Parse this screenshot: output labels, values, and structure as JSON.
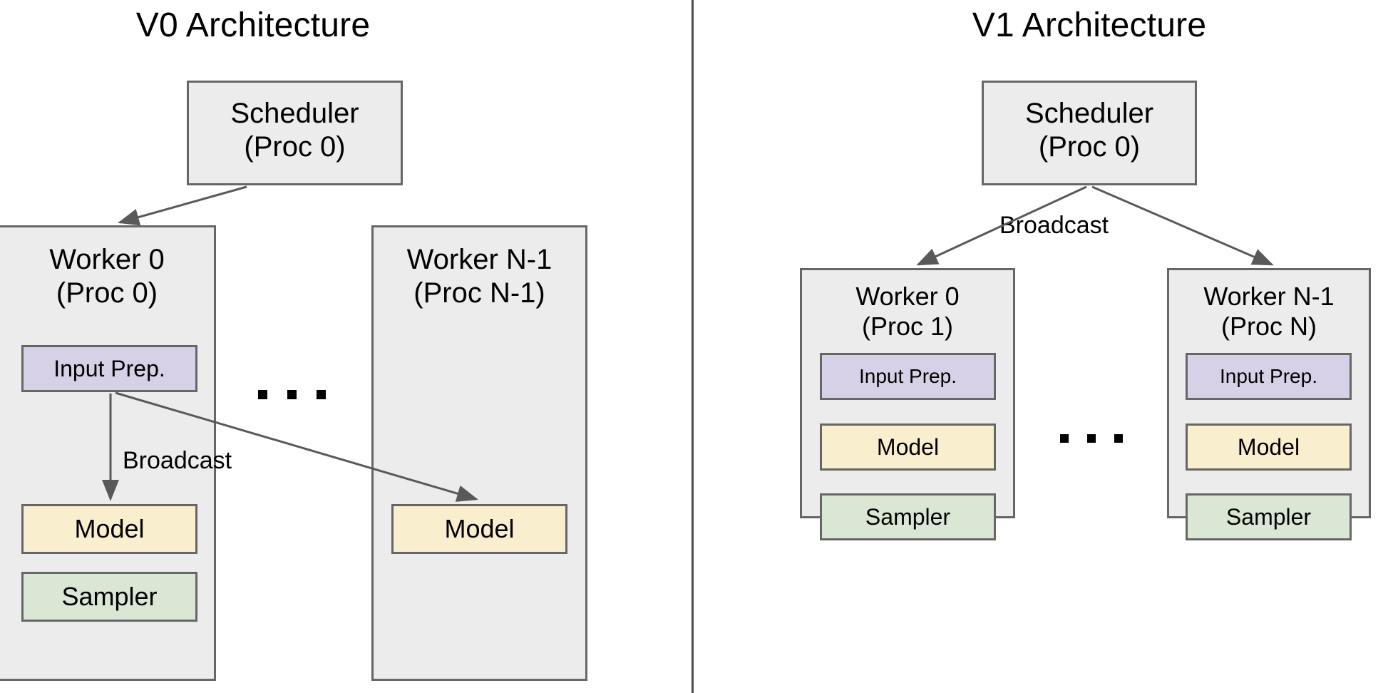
{
  "panels": {
    "v0": {
      "title": "V0 Architecture",
      "scheduler": {
        "line1": "Scheduler",
        "line2": "(Proc 0)"
      },
      "worker0": {
        "line1": "Worker 0",
        "line2": "(Proc 0)",
        "input_prep": "Input Prep.",
        "model": "Model",
        "sampler": "Sampler"
      },
      "worker_n": {
        "line1": "Worker N-1",
        "line2": "(Proc N-1)",
        "model": "Model"
      },
      "broadcast_label": "Broadcast",
      "ellipsis": "..."
    },
    "v1": {
      "title": "V1 Architecture",
      "scheduler": {
        "line1": "Scheduler",
        "line2": "(Proc 0)"
      },
      "broadcast_label": "Broadcast",
      "worker0": {
        "line1": "Worker 0",
        "line2": "(Proc 1)",
        "input_prep": "Input Prep.",
        "model": "Model",
        "sampler": "Sampler"
      },
      "worker_n": {
        "line1": "Worker N-1",
        "line2": "(Proc N)",
        "input_prep": "Input Prep.",
        "model": "Model",
        "sampler": "Sampler"
      },
      "ellipsis": "..."
    }
  },
  "colors": {
    "group_fill": "#ececec",
    "input_prep_fill": "#d7d1e8",
    "model_fill": "#f9eecd",
    "sampler_fill": "#d9e7d4",
    "border": "#666666",
    "arrow": "#595959",
    "divider": "#4d4d4d",
    "text": "#000000",
    "background": "#ffffff"
  }
}
